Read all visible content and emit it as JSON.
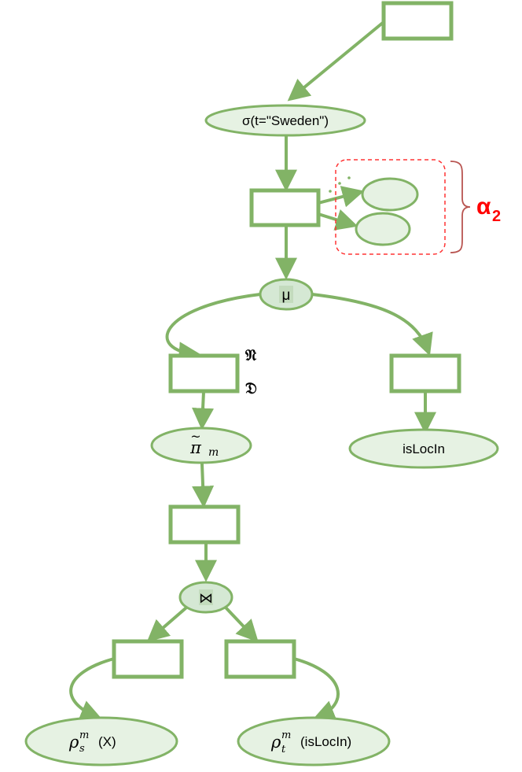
{
  "colors": {
    "stroke": "#82b366",
    "fill": "#d5e8d4",
    "ellipse_fill": "#e6f2e3",
    "group_border": "#ff3333",
    "brace": "#b85450",
    "group_label": "#ff0000"
  },
  "nodes": {
    "select": {
      "label": "σ(t=\"Sweden\")"
    },
    "mu": {
      "label": "μ"
    },
    "pi": {
      "base": "π",
      "tilde": "~",
      "sub": "m"
    },
    "join": {
      "label": "⋈"
    },
    "isLocIn": {
      "label": "isLocIn"
    },
    "rho_s": {
      "base": "ρ",
      "sup": "m",
      "sub": "s",
      "arg": "(X)"
    },
    "rho_t": {
      "base": "ρ",
      "sup": "m",
      "sub": "t",
      "arg": "(isLocIn)"
    }
  },
  "annotations": {
    "frak_r": "𝔑",
    "frak_d": "𝔇"
  },
  "group": {
    "label_base": "α",
    "label_sub": "2"
  }
}
